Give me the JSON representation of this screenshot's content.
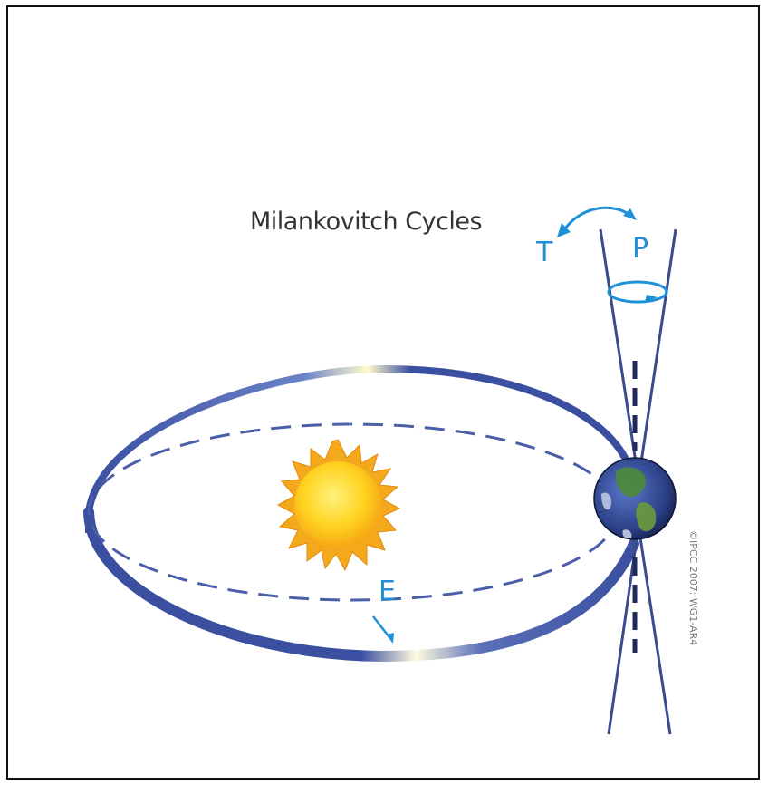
{
  "title": "Milankovitch Cycles",
  "labels": {
    "tilt": "T",
    "precession": "P",
    "eccentricity": "E"
  },
  "credit": "©IPCC 2007: WG1-AR4",
  "colors": {
    "orbit": "#3b4fa0",
    "label_blue": "#1e90d8",
    "sun_core": "#ffd21f",
    "sun_rays": "#f4a81c",
    "axis_lines": "#3b4a8a"
  },
  "icons": [
    "sun-icon",
    "earth-icon"
  ]
}
